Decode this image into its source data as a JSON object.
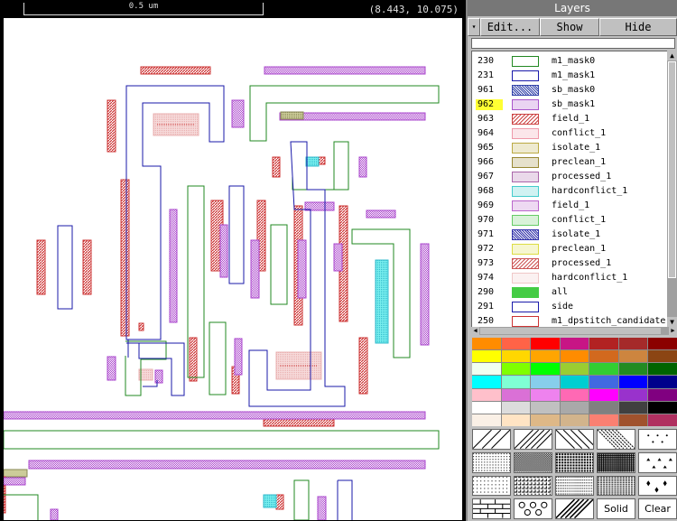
{
  "topbar": {
    "scale_label": "0.5 um",
    "coords": "(8.443, 10.075)"
  },
  "panel": {
    "title": "Layers",
    "arrow_icon": "▾",
    "edit_label": "Edit...",
    "show_label": "Show",
    "hide_label": "Hide",
    "search_placeholder": ""
  },
  "layers": [
    {
      "num": "230",
      "name": "m1_mask0",
      "style": "outline",
      "color": "#228822",
      "selected": false
    },
    {
      "num": "231",
      "name": "m1_mask1",
      "style": "outline",
      "color": "#1a1aaa",
      "selected": false
    },
    {
      "num": "961",
      "name": "sb_mask0",
      "style": "cross",
      "color": "#3344aa",
      "selected": false
    },
    {
      "num": "962",
      "name": "sb_mask1",
      "style": "dots",
      "color": "#aa55cc",
      "selected": true
    },
    {
      "num": "963",
      "name": "field_1",
      "style": "hatch",
      "color": "#cc4444",
      "selected": false
    },
    {
      "num": "964",
      "name": "conflict_1",
      "style": "dots",
      "color": "#ee99aa",
      "selected": false
    },
    {
      "num": "965",
      "name": "isolate_1",
      "style": "dots",
      "color": "#bbaa44",
      "selected": false
    },
    {
      "num": "966",
      "name": "preclean_1",
      "style": "dots",
      "color": "#998833",
      "selected": false
    },
    {
      "num": "967",
      "name": "processed_1",
      "style": "dots",
      "color": "#aa66aa",
      "selected": false
    },
    {
      "num": "968",
      "name": "hardconflict_1",
      "style": "dots",
      "color": "#44cccc",
      "selected": false
    },
    {
      "num": "969",
      "name": "field_1",
      "style": "dots",
      "color": "#bb66cc",
      "selected": false
    },
    {
      "num": "970",
      "name": "conflict_1",
      "style": "dots",
      "color": "#66cc66",
      "selected": false
    },
    {
      "num": "971",
      "name": "isolate_1",
      "style": "cross",
      "color": "#3333aa",
      "selected": false
    },
    {
      "num": "972",
      "name": "preclean_1",
      "style": "dots",
      "color": "#dddd44",
      "selected": false
    },
    {
      "num": "973",
      "name": "processed_1",
      "style": "hatch",
      "color": "#cc5555",
      "selected": false
    },
    {
      "num": "974",
      "name": "hardconflict_1",
      "style": "dots",
      "color": "#f0c8c8",
      "selected": false
    },
    {
      "num": "290",
      "name": "all",
      "style": "solid",
      "color": "#44cc44",
      "selected": false
    },
    {
      "num": "291",
      "name": "side",
      "style": "outline",
      "color": "#1a1aaa",
      "selected": false
    },
    {
      "num": "250",
      "name": "m1_dpstitch_candidate",
      "style": "outline",
      "color": "#cc3333",
      "selected": false
    }
  ],
  "palette": [
    "#ff8c00",
    "#ff6347",
    "#ff0000",
    "#c71585",
    "#b22222",
    "#a52a2a",
    "#8b0000",
    "#ffff00",
    "#ffd700",
    "#ffa500",
    "#ff8c00",
    "#d2691e",
    "#cd853f",
    "#8b4513",
    "#f0fff0",
    "#7fff00",
    "#00ff00",
    "#9acd32",
    "#32cd32",
    "#228b22",
    "#006400",
    "#00ffff",
    "#7fffd4",
    "#87ceeb",
    "#00ced1",
    "#4169e1",
    "#0000ff",
    "#00008b",
    "#ffc0cb",
    "#da70d6",
    "#ee82ee",
    "#ff69b4",
    "#ff00ff",
    "#9932cc",
    "#800080",
    "#ffffff",
    "#dcdcdc",
    "#c0c0c0",
    "#a9a9a9",
    "#808080",
    "#404040",
    "#000000",
    "#faf0e6",
    "#ffe4c4",
    "#deb887",
    "#d2b48c",
    "#fa8072",
    "#a0522d",
    "#b03060"
  ],
  "stipples": {
    "solid_label": "Solid",
    "clear_label": "Clear"
  }
}
